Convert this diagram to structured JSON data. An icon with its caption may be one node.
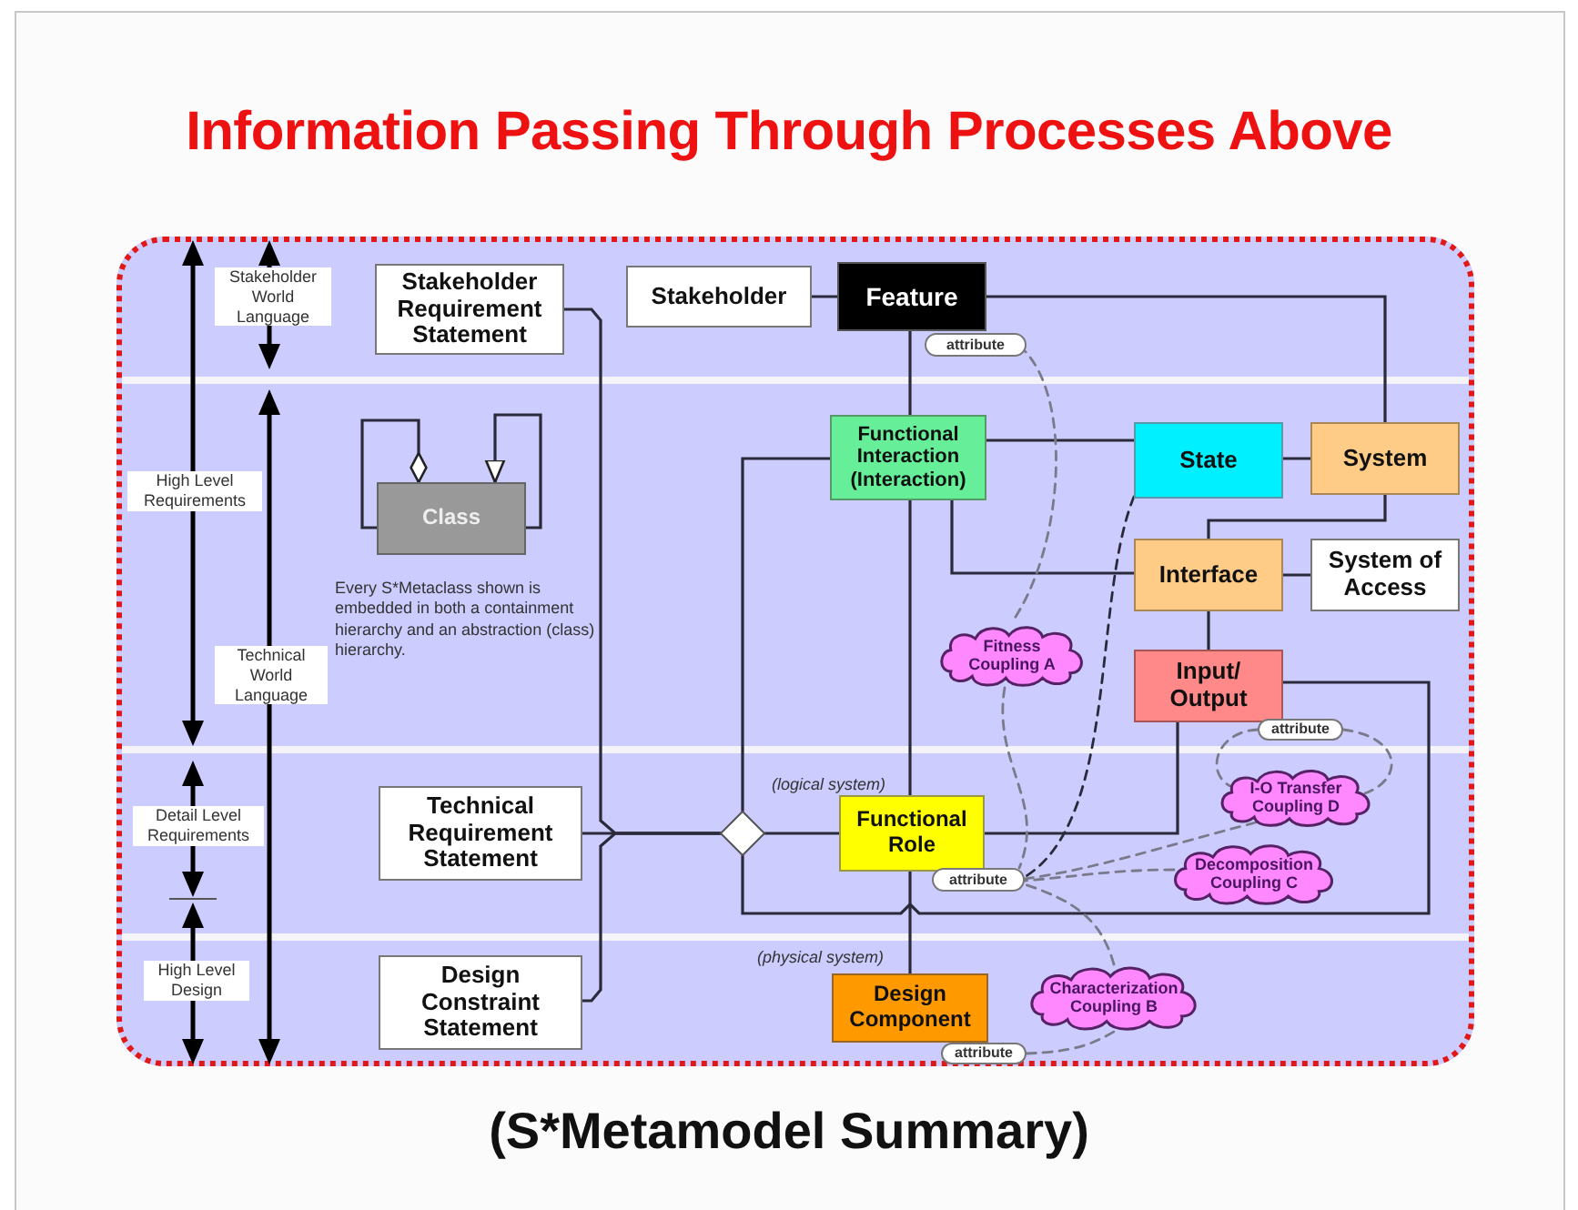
{
  "diagram": {
    "title": "Information Passing Through Processes Above",
    "caption": "(S*Metamodel Summary)",
    "nodes": [
      {
        "text": [
          "Stakeholder Requirement Statement"
        ]
      },
      {
        "text": [
          "Stakeholder"
        ]
      },
      {
        "text": [
          "Feature"
        ]
      },
      {
        "text": [
          "Functional Interaction (Interaction)"
        ]
      },
      {
        "text": [
          "State"
        ]
      },
      {
        "text": [
          "System"
        ]
      },
      {
        "text": [
          "Interface"
        ]
      },
      {
        "text": [
          "System of Access"
        ]
      },
      {
        "text": [
          "Input/ Output"
        ]
      },
      {
        "text": [
          "Technical Requirement Statement"
        ]
      },
      {
        "text": [],
        "shape": "diamond"
      },
      {
        "text": [
          "Functional Role"
        ],
        "beside": [
          "(logical system)"
        ]
      },
      {
        "text": [
          "Design Constraint Statement"
        ]
      },
      {
        "text": [
          "Design Component"
        ],
        "beside": [
          "(physical system)"
        ]
      },
      {
        "text": [
          "Class"
        ]
      },
      {
        "text": [
          "Fitness Coupling A"
        ]
      },
      {
        "text": [
          "I-O Transfer Coupling D"
        ]
      },
      {
        "text": [
          "Decomposition Coupling C"
        ]
      },
      {
        "text": [
          "Characterization Coupling B"
        ]
      },
      {
        "text": [
          "attribute"
        ]
      },
      {
        "text": [
          "attribute"
        ]
      },
      {
        "text": [
          "attribute"
        ]
      },
      {
        "text": [
          "attribute"
        ]
      }
    ],
    "edges": [
      {
        "from": 0,
        "to": 10,
        "arrow": "none"
      },
      {
        "from": 9,
        "to": 10,
        "arrow": "none"
      },
      {
        "from": 12,
        "to": 10,
        "arrow": "none"
      },
      {
        "from": 1,
        "to": 2,
        "arrow": "none"
      },
      {
        "from": 2,
        "to": 5,
        "arrow": "none"
      },
      {
        "from": 2,
        "to": 3,
        "arrow": "none"
      },
      {
        "from": 3,
        "to": 4,
        "arrow": "none"
      },
      {
        "from": 4,
        "to": 5,
        "arrow": "none"
      },
      {
        "from": 5,
        "to": 6,
        "arrow": "none"
      },
      {
        "from": 3,
        "to": 6,
        "arrow": "none"
      },
      {
        "from": 6,
        "to": 7,
        "arrow": "none"
      },
      {
        "from": 6,
        "to": 8,
        "arrow": "none"
      },
      {
        "from": 10,
        "to": 11,
        "arrow": "none"
      },
      {
        "from": 10,
        "to": 3,
        "arrow": "none"
      },
      {
        "from": 8,
        "to": 11,
        "arrow": "none"
      },
      {
        "from": 8,
        "to": 10,
        "arrow": "none"
      },
      {
        "from": 3,
        "to": 11,
        "arrow": "none"
      },
      {
        "from": 11,
        "to": 13,
        "arrow": "none"
      },
      {
        "from": 19,
        "to": 15,
        "arrow": "none",
        "style": "dashed",
        "color": "#7a7a8a"
      },
      {
        "from": 15,
        "to": 21,
        "arrow": "none",
        "style": "dashed",
        "color": "#7a7a8a"
      },
      {
        "from": 20,
        "to": 16,
        "arrow": "none",
        "style": "dashed",
        "color": "#7a7a8a"
      },
      {
        "from": 20,
        "to": 16,
        "arrow": "none",
        "style": "dashed",
        "color": "#7a7a8a"
      },
      {
        "from": 16,
        "to": 21,
        "arrow": "none",
        "style": "dashed",
        "color": "#7a7a8a"
      },
      {
        "from": 17,
        "to": 21,
        "arrow": "none",
        "style": "dashed",
        "color": "#7a7a8a"
      },
      {
        "from": 18,
        "to": 21,
        "arrow": "none",
        "style": "dashed",
        "color": "#7a7a8a"
      },
      {
        "from": 22,
        "to": 18,
        "arrow": "none",
        "style": "dashed",
        "color": "#7a7a8a"
      },
      {
        "from": 4,
        "to": 21,
        "arrow": "none",
        "style": "dashed"
      },
      {
        "from": 14,
        "to": 14,
        "arrow": "other"
      },
      {
        "from": 14,
        "to": 14,
        "arrow": "to"
      }
    ],
    "labels": [
      "Stakeholder World Language",
      "High Level Requirements",
      "Every S*Metaclass shown is embedded in both a containment hierarchy and an abstraction (class) hierarchy.",
      "Technical World Language",
      "Detail Level Requirements",
      "High Level Design"
    ]
  }
}
